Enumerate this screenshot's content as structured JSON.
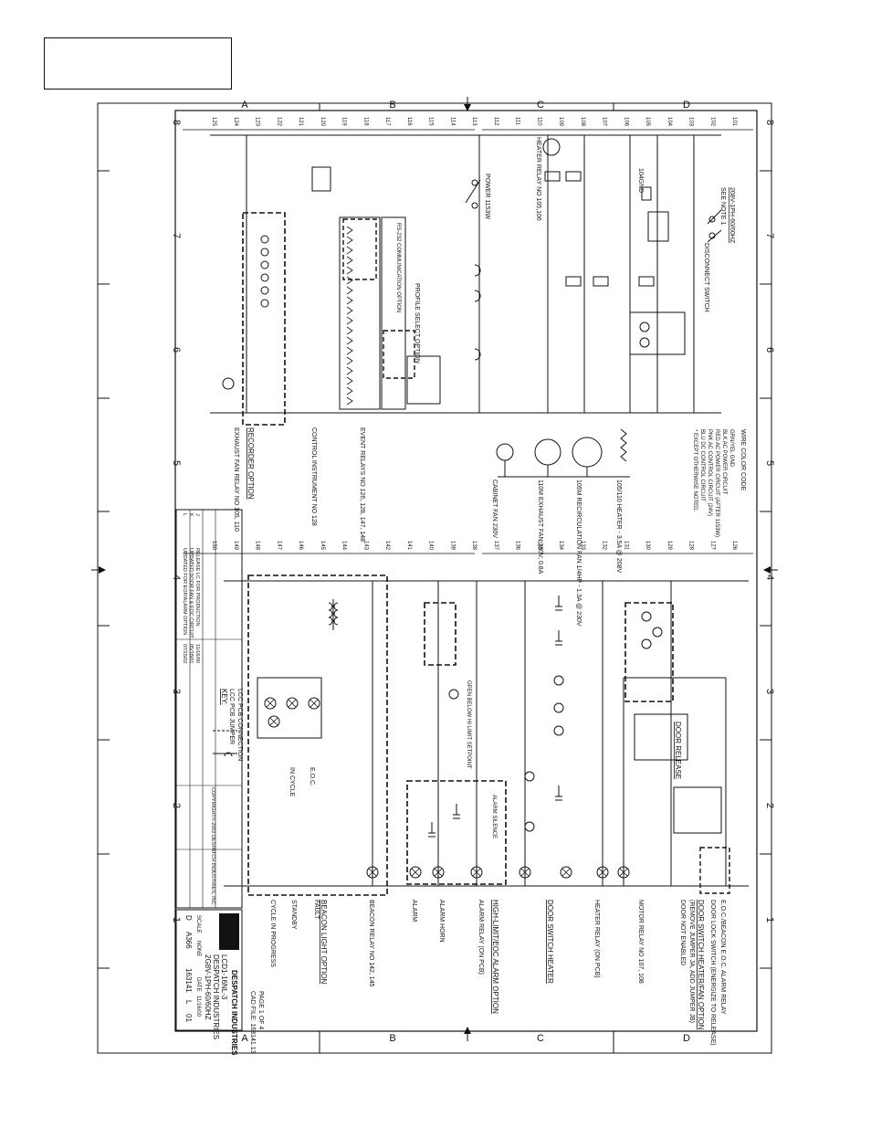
{
  "frame": {
    "grid_letters": [
      "A",
      "B",
      "C",
      "D"
    ],
    "grid_numbers": [
      "8",
      "7",
      "6",
      "5",
      "4",
      "3",
      "2",
      "1"
    ]
  },
  "rungs": {
    "left": [
      "125",
      "124",
      "123",
      "122",
      "121",
      "120",
      "119",
      "118",
      "117",
      "116",
      "115",
      "114",
      "113",
      "112",
      "111",
      "110",
      "109",
      "108",
      "107",
      "106",
      "105",
      "104",
      "103",
      "102",
      "101"
    ],
    "right": [
      "150",
      "149",
      "148",
      "147",
      "146",
      "145",
      "144",
      "143",
      "142",
      "141",
      "140",
      "139",
      "138",
      "137",
      "136",
      "135",
      "134",
      "133",
      "132",
      "131",
      "130",
      "129",
      "128",
      "127",
      "126"
    ]
  },
  "title_block": {
    "company": "DESPATCH INDUSTRIES",
    "drawing_title": "LCD1-16NL-3",
    "model": "2G8V-1PH-60/60HZ",
    "size": "D",
    "part_no": "A366",
    "drawing_no": "163141",
    "rev_letter": "L",
    "rev_num": "01",
    "cad_file": "CAD FILE: 163141.13",
    "page": "PAGE 1 OF 4",
    "scale_label": "SCALE",
    "scale_value": "NONE",
    "date_label": "DATE",
    "date_value": "11/16/00",
    "copyright": "COPYRIGHT© 2002 DESPATCH INDUSTRIES, INC."
  },
  "revisions": [
    {
      "rev": "L",
      "desc": "UPDATED FOR EOP/ALARM OPTION",
      "date": "07/25/02"
    },
    {
      "rev": "K",
      "desc": "UPDATED DOOR FAN & EOC CIRCUIT",
      "date": "05/18/01"
    },
    {
      "rev": "J",
      "desc": "RELEASE LC FOR PRODUCTION",
      "date": "11/16/00"
    }
  ],
  "key": {
    "title": "KEY:",
    "items": [
      "LCC PCB JUMPER",
      "LCC PCB CONNECTION"
    ]
  },
  "wire_color_code": {
    "title": "WIRE COLOR CODE",
    "lines": [
      "GRN/YEL   GND",
      "BLK   AC POWER CIRCUIT",
      "RED   AC POWER CIRCUIT (AFTER 1153W)",
      "PNK   AC CONTROL CIRCUIT (24V)",
      "BLU   DC CONTROL CIRCUIT",
      "* EXCEPT OTHERWISE NOTED."
    ]
  },
  "left_labels": {
    "supply": "208V-1PH-60/60HZ",
    "supply_sub": "SEE NOTE 1",
    "disconnect": "DISCONNECT SWITCH",
    "ground": "104GND",
    "power_switch": "POWER 1153W",
    "heater_relay": "HEATER RELAY NO 105,106",
    "recorder_option": "RECORDER OPTION",
    "exhaust_fan_relay": "EXHAUST FAN RELAY NO 105, 110",
    "control_instrument": "CONTROL INSTRUMENT NO 128",
    "event_relays": "EVENT RELAYS NO 126, 128, 147, 148",
    "profile_select": "PROFILE SELECT OPTION",
    "communication": "RS-232 COMMUNICATION OPTION",
    "cabinet_fan": "CABINET FAN 230V",
    "exhaust_fan": "110M EXHAUST FAN 230V, 0.8A",
    "recirc_fan": "105M RECIRCULATION FAN 1/4HP - 1.3A @ 230V",
    "heater": "105/110 HEATER - 3.5A @ 208V"
  },
  "right_labels": {
    "eoc_alarm": "E.O.C./BEACON E.O.C. ALARM RELAY",
    "door_lock": "DOOR LOCK SWITCH (ENERGIZE TO RELEASE)",
    "door_switch_option": "DOOR SWITCH HEATER/FAN OPTION",
    "door_switch_sub": "(REMOVE JUMPER JA, ADD JUMPER JB)",
    "door_not_enabled": "DOOR NOT ENABLED",
    "motor_relay": "MOTOR RELAY NO 107, 108",
    "heater_relay_pcb": "HEATER RELAY (ON PCB)",
    "door_switch_heater": "DOOR SWITCH HEATER",
    "high_limit": "HIGH-LIMIT/EOC ALARM OPTION",
    "alarm_relay": "ALARM RELAY (ON PCB)",
    "alarm_horn": "ALARM HORN",
    "alarm": "ALARM",
    "beacon_option": "BEACON LIGHT OPTION",
    "beacon_relay": "BEACON RELAY NO 142, 145",
    "fault": "FAULT",
    "standby": "STANDBY",
    "cycle": "CYCLE IN PROGRESS",
    "door_release": "DOOR RELEASE",
    "eoc": "E.O.C.",
    "in_cycle": "IN CYCLE",
    "alarm_silence": "ALARM SILENCE",
    "open_below": "OPEN BELOW HI LIMIT SETPOINT"
  }
}
